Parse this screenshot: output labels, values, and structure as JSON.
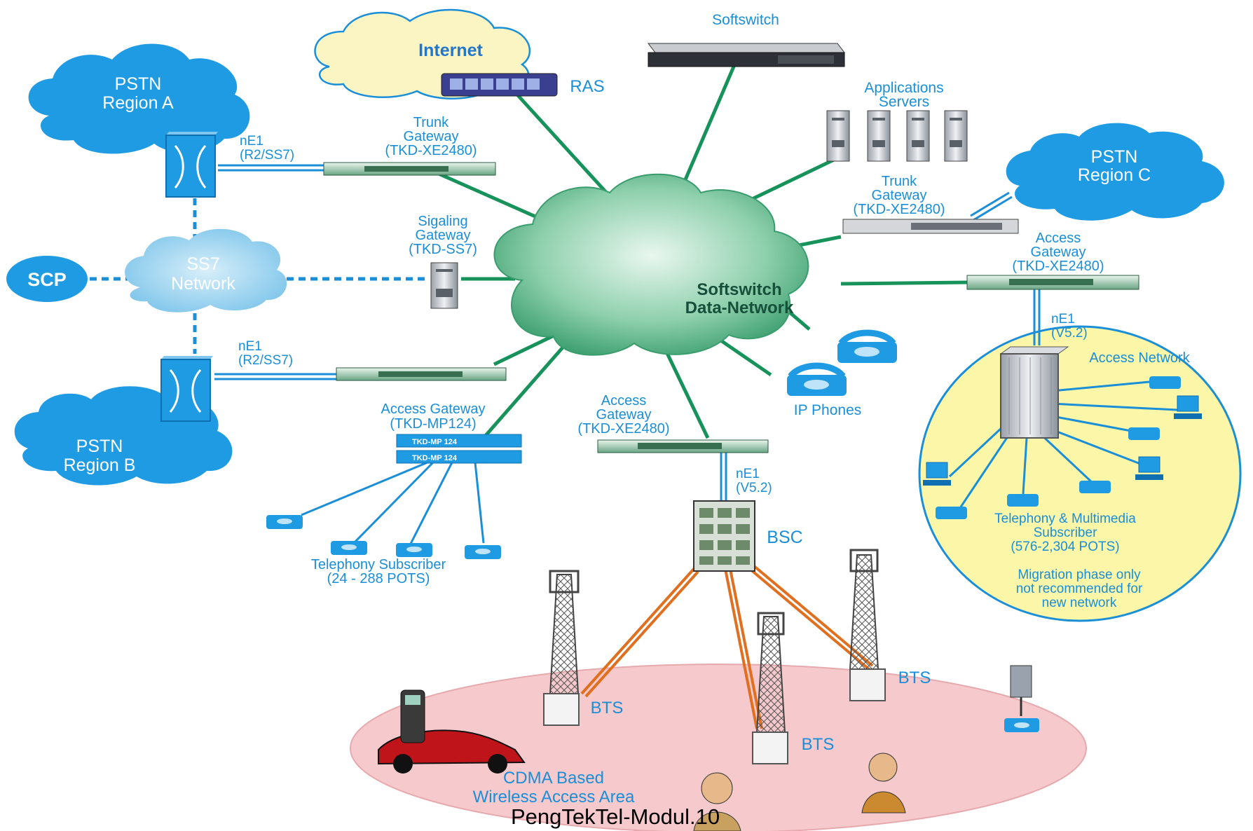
{
  "clouds": {
    "internet": "Internet",
    "pstn_a": [
      "PSTN",
      "Region A"
    ],
    "pstn_b": [
      "PSTN",
      "Region B"
    ],
    "pstn_c": [
      "PSTN",
      "Region C"
    ],
    "ss7": [
      "SS7",
      "Network"
    ],
    "scp": "SCP",
    "core": [
      "Softswitch",
      "Data-Network"
    ]
  },
  "nodes": {
    "softswitch": "Softswitch",
    "ras": "RAS",
    "app_servers": [
      "Applications",
      "Servers"
    ],
    "trunk_gw_left": [
      "Trunk",
      "Gateway",
      "(TKD-XE2480)"
    ],
    "trunk_gw_right": [
      "Trunk",
      "Gateway",
      "(TKD-XE2480)"
    ],
    "signaling_gw": [
      "Sigaling",
      "Gateway",
      "(TKD-SS7)"
    ],
    "access_gw_right": [
      "Access",
      "Gateway",
      "(TKD-XE2480)"
    ],
    "access_gw_bottom": [
      "Access",
      "Gateway",
      "(TKD-XE2480)"
    ],
    "access_gw_mp": [
      "Access Gateway",
      "(TKD-MP124)"
    ],
    "mp_unit_label": "TKD-MP 124",
    "ip_phones": "IP Phones",
    "bsc": "BSC",
    "bts": "BTS",
    "access_network": "Access Network"
  },
  "links": {
    "ne1_r2_top": [
      "nE1",
      "(R2/SS7)"
    ],
    "ne1_r2_bottom": [
      "nE1",
      "(R2/SS7)"
    ],
    "ne1_v52_right": [
      "nE1",
      "(V5.2)"
    ],
    "ne1_v52_bottom": [
      "nE1",
      "(V5.2)"
    ]
  },
  "captions": {
    "telephony_subscriber": [
      "Telephony Subscriber",
      "(24 - 288 POTS)"
    ],
    "multimedia_subscriber": [
      "Telephony & Multimedia",
      "Subscriber",
      "(576-2,304 POTS)"
    ],
    "migration_note": [
      "Migration phase only",
      "not recommended for",
      "new network"
    ],
    "wireless_area": [
      "CDMA Based",
      "Wireless  Access Area"
    ]
  },
  "footer": "PengTekTel-Modul.10",
  "colors": {
    "link_green": "#17925a",
    "link_blue": "#1a8fd8",
    "wireless_orange": "#e07020",
    "cloud_blue": "#1f9be3",
    "core_green": "#3aa57a",
    "access_area": "#fbf6a8",
    "cdma_area": "#f6c9cc"
  }
}
